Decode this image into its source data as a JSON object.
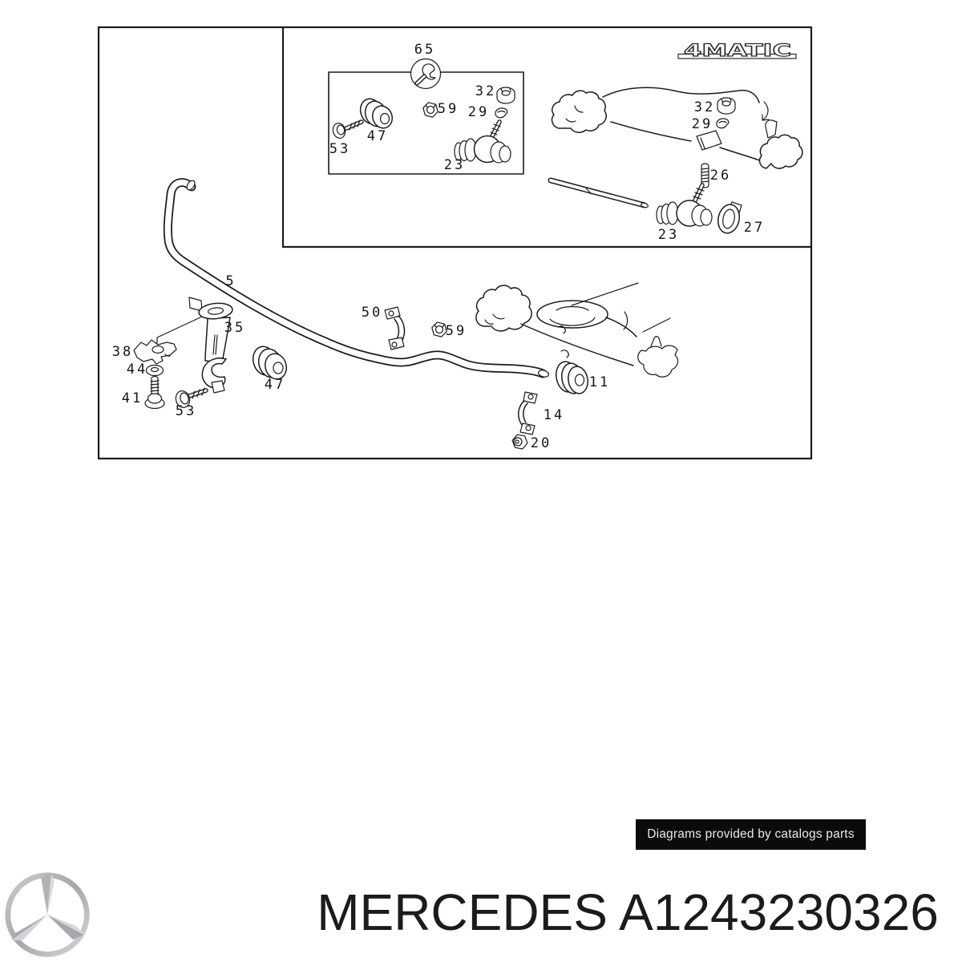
{
  "page": {
    "title": "MERCEDES A1243230326"
  },
  "watermark": {
    "text": "Diagrams provided by catalogs parts"
  },
  "diagram": {
    "badge": "4MATIC",
    "callouts": [
      {
        "key": "wrench-65",
        "label": "65"
      },
      {
        "key": "inner-53",
        "label": "53"
      },
      {
        "key": "inner-47",
        "label": "47"
      },
      {
        "key": "inner-59",
        "label": "59"
      },
      {
        "key": "inner-32",
        "label": "32"
      },
      {
        "key": "inner-29",
        "label": "29"
      },
      {
        "key": "inner-23",
        "label": "23"
      },
      {
        "key": "link-32",
        "label": "32"
      },
      {
        "key": "link-29",
        "label": "29"
      },
      {
        "key": "link-26",
        "label": "26"
      },
      {
        "key": "link-23",
        "label": "23"
      },
      {
        "key": "link-27",
        "label": "27"
      },
      {
        "key": "bar-5",
        "label": "5"
      },
      {
        "key": "bar-35",
        "label": "35"
      },
      {
        "key": "bar-38",
        "label": "38"
      },
      {
        "key": "bar-44",
        "label": "44"
      },
      {
        "key": "bar-41",
        "label": "41"
      },
      {
        "key": "bar-53",
        "label": "53"
      },
      {
        "key": "bar-47",
        "label": "47"
      },
      {
        "key": "bar-50",
        "label": "50"
      },
      {
        "key": "bar-59",
        "label": "59"
      },
      {
        "key": "bar-11",
        "label": "11"
      },
      {
        "key": "bar-14",
        "label": "14"
      },
      {
        "key": "bar-20",
        "label": "20"
      }
    ]
  },
  "icons": {
    "brand": "mercedes-star-icon",
    "tool": "wrench-icon",
    "pointer": "direction-arrow-icon"
  },
  "colors": {
    "line": "#1c1c1c",
    "page_bg": "#ffffff",
    "watermark_bg": "#0b0b0b",
    "watermark_text": "#e8e8e8",
    "title_text": "#1b1b1b",
    "logo_silver": "#b9b9bd"
  }
}
